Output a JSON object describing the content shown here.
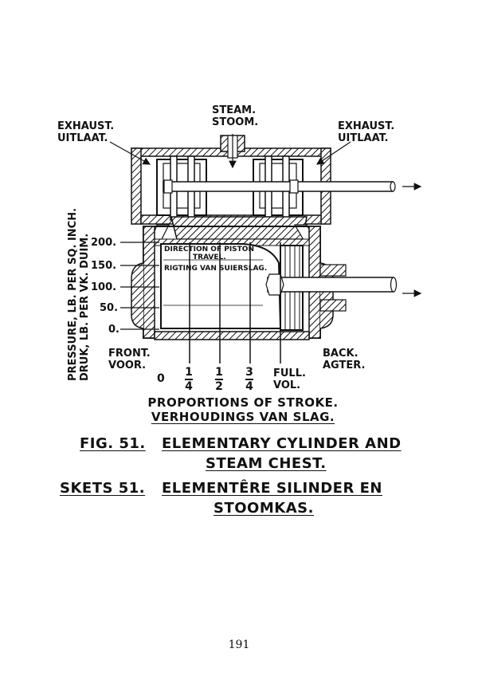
{
  "labels": {
    "steam": [
      "STEAM.",
      "STOOM."
    ],
    "exhaust_left": [
      "EXHAUST.",
      "UITLAAT."
    ],
    "exhaust_right": [
      "EXHAUST.",
      "UITLAAT."
    ],
    "pressure_axis": [
      "PRESSURE, LB. PER SQ. INCH.",
      "DRUK, LB. PER VK. DUIM."
    ],
    "pressure_ticks": [
      "200.",
      "150.",
      "100.",
      "50.",
      "0."
    ],
    "direction": [
      "DIRECTION OF PISTON",
      "TRAVEL.",
      "RIGTING VAN SUIERSLAG."
    ],
    "front": [
      "FRONT.",
      "VOOR."
    ],
    "back": [
      "BACK.",
      "AGTER."
    ],
    "stroke_ticks": {
      "zero": "0",
      "quarter": {
        "num": "1",
        "den": "4"
      },
      "half": {
        "num": "1",
        "den": "2"
      },
      "three_quarter": {
        "num": "3",
        "den": "4"
      },
      "full": [
        "FULL.",
        "VOL."
      ]
    },
    "stroke_caption": [
      "PROPORTIONS OF STROKE.",
      "VERHOUDINGS VAN SLAG."
    ]
  },
  "captions": {
    "fig_en_num": "FIG. 51.",
    "fig_en_title_1": "ELEMENTARY CYLINDER AND",
    "fig_en_title_2": "STEAM CHEST.",
    "fig_af_num": "SKETS 51.",
    "fig_af_title_1": "ELEMENTÊRE SILINDER EN",
    "fig_af_title_2": "STOOMKAS."
  },
  "page_number": "191"
}
